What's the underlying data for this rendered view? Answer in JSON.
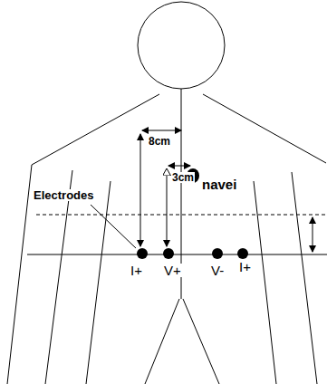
{
  "diagram": {
    "labels": [
      "8cm",
      "3cm",
      "navei",
      "Electrodes",
      "I+",
      "V+",
      "V-",
      "I+"
    ]
  }
}
